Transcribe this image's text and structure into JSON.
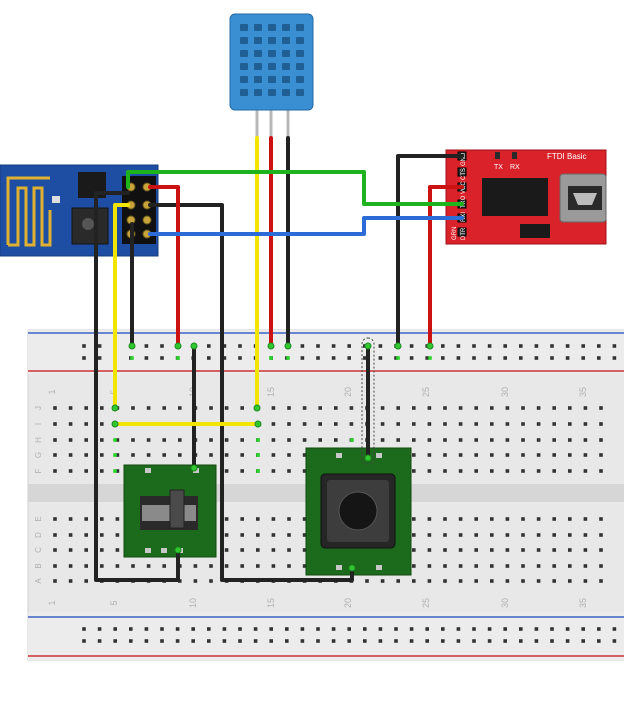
{
  "diagram": {
    "components": {
      "ftdi": {
        "label": "FTDI Basic",
        "tx": "TX",
        "rx": "RX",
        "pins": [
          "GRN",
          "RXI",
          "TXO",
          "VCC",
          "CTS",
          "GND",
          "DTR"
        ]
      },
      "esp": {
        "antenna": "antenna-trace-icon"
      },
      "dht": {
        "kind": "temperature-humidity-sensor"
      },
      "slide_switch": {
        "kind": "slide-switch"
      },
      "push_button": {
        "kind": "tactile-push-button"
      }
    },
    "breadboard": {
      "column_numbers": [
        "1",
        "5",
        "10",
        "15",
        "20",
        "25",
        "30",
        "35"
      ],
      "top_rows": [
        "J",
        "I",
        "H",
        "G",
        "F"
      ],
      "bottom_rows": [
        "E",
        "D",
        "C",
        "B",
        "A"
      ]
    },
    "wire_colors": {
      "black": "#222222",
      "red": "#cc1111",
      "yellow": "#f2e500",
      "green": "#1db31d",
      "blue": "#2b6cd6"
    }
  }
}
